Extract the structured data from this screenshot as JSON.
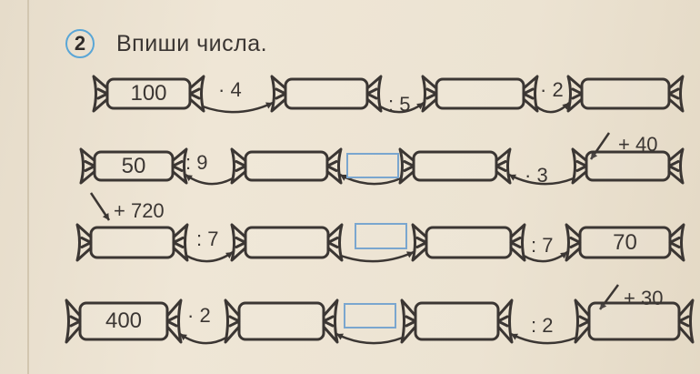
{
  "task": {
    "number": "2",
    "title": "Впиши числа."
  },
  "rows": [
    {
      "candies": [
        "100",
        "",
        "",
        ""
      ],
      "ops": [
        "· 4",
        ": 5",
        "· 2"
      ],
      "direction": "right"
    },
    {
      "candies": [
        "50",
        "",
        "",
        ""
      ],
      "ops": [
        ": 9",
        "",
        "· 3"
      ],
      "direction": "left",
      "entry_op": "+ 40",
      "blank_op_box": true
    },
    {
      "candies": [
        "",
        "",
        "",
        "70"
      ],
      "ops": [
        ": 7",
        "",
        ": 7"
      ],
      "direction": "right",
      "entry_op": "+ 720",
      "blank_op_box": true
    },
    {
      "candies": [
        "400",
        "",
        "",
        ""
      ],
      "ops": [
        "· 2",
        "",
        ": 2"
      ],
      "direction": "left",
      "entry_op": "+ 30",
      "blank_op_box": true
    }
  ],
  "colors": {
    "ink": "#3b3633",
    "accent_blue": "#7aa6cf",
    "circle_blue": "#5aa6d6"
  }
}
